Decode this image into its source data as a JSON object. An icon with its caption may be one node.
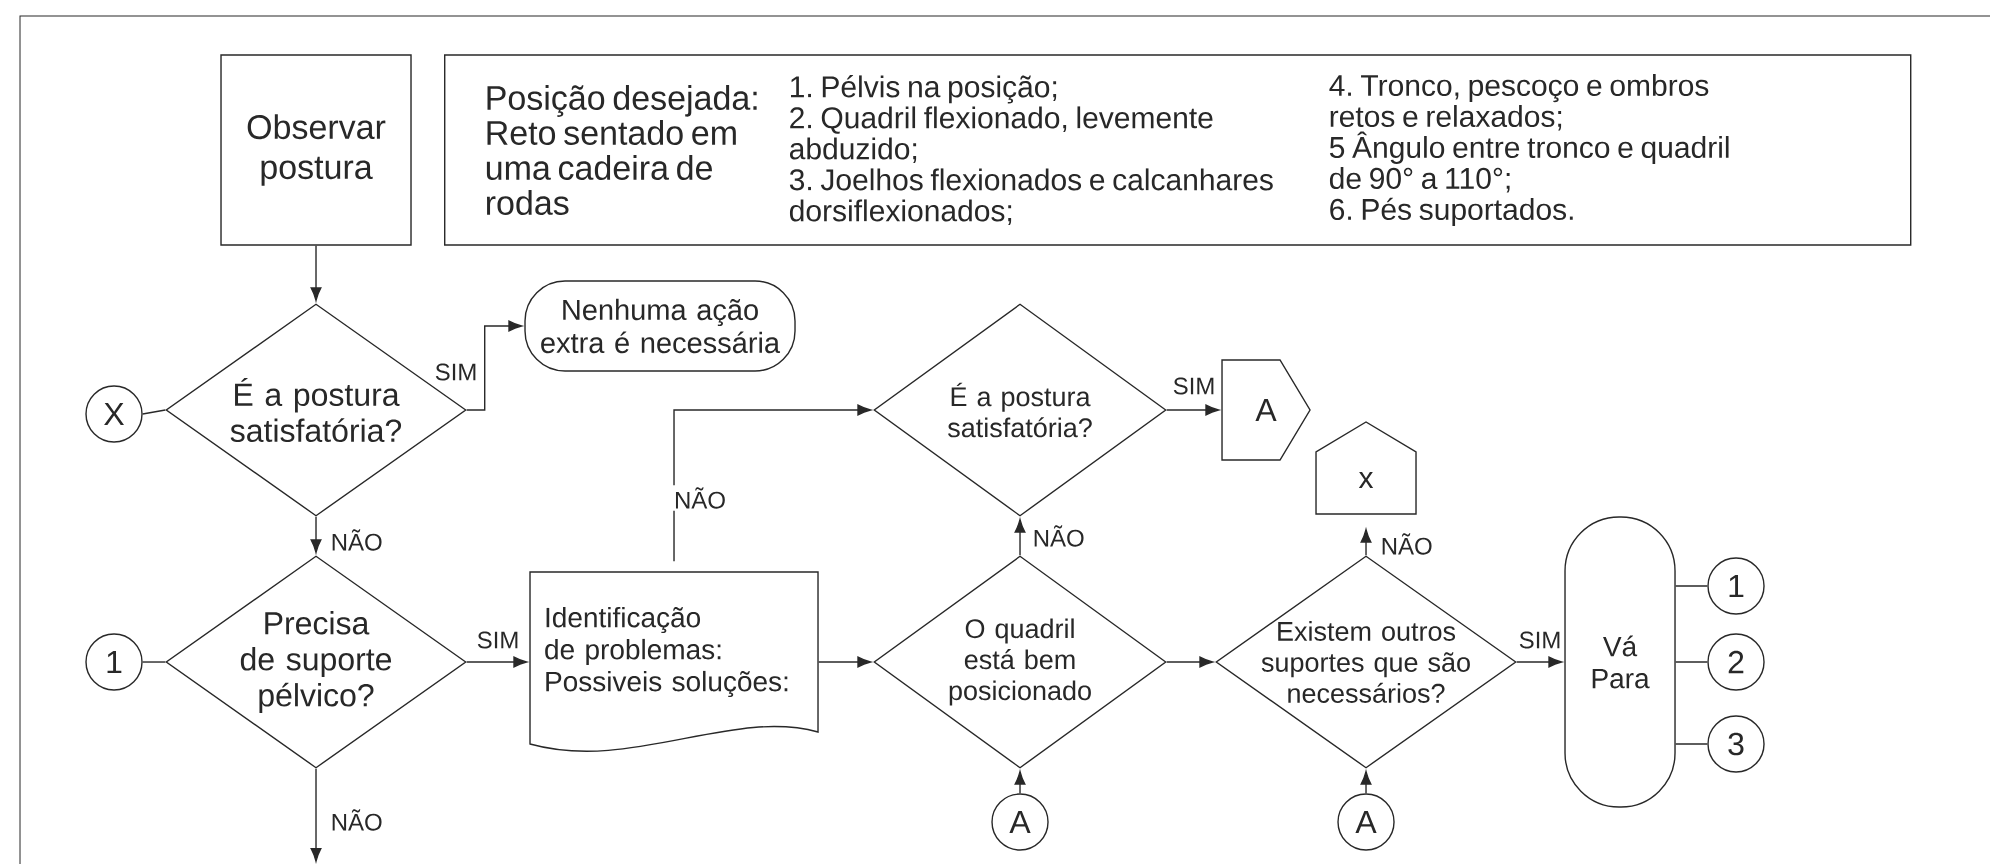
{
  "diagram": {
    "nodes": [
      {
        "text": [
          "Observar postura"
        ]
      },
      {
        "text": [
          "Posição desejada:",
          "Reto sentado em uma cadeira de rodas",
          "1. Pélvis na posição;",
          "2. Quadril flexionado, levemente abduzido;",
          "3. Joelhos flexionados e calcanhares dorsiflexionados;",
          "4. Tronco, pescoço e ombros retos e relaxados;",
          "5 Ângulo entre tronco e quadril de 90° a 110°;",
          "6. Pés suportados."
        ]
      },
      {
        "text": [
          "X"
        ]
      },
      {
        "text": [
          "É a postura satisfatória?"
        ]
      },
      {
        "text": [
          "Nenhuma ação extra é necessária"
        ]
      },
      {
        "text": [
          "1"
        ]
      },
      {
        "text": [
          "Precisa de suporte pélvico?"
        ]
      },
      {
        "text": [
          "Identificação de problemas: Possiveis soluções:"
        ]
      },
      {
        "text": [
          "É a postura satisfatória?"
        ]
      },
      {
        "text": [
          "A"
        ]
      },
      {
        "text": [
          "O quadril está bem posicionado"
        ]
      },
      {
        "text": [
          "A"
        ]
      },
      {
        "text": [
          "x"
        ]
      },
      {
        "text": [
          "Existem outros suportes que são necessários?"
        ]
      },
      {
        "text": [
          "A"
        ]
      },
      {
        "text": [
          "Vá Para"
        ]
      },
      {
        "text": [
          "1"
        ]
      },
      {
        "text": [
          "2"
        ]
      },
      {
        "text": [
          "3"
        ]
      }
    ],
    "edges": [
      {
        "from": 0,
        "to": 3,
        "arrow": "to"
      },
      {
        "from": 2,
        "to": 3,
        "arrow": "none"
      },
      {
        "from": 3,
        "to": 4,
        "arrow": "to",
        "label": "SIM"
      },
      {
        "from": 3,
        "to": 6,
        "arrow": "to",
        "label": "NÃO"
      },
      {
        "from": 5,
        "to": 6,
        "arrow": "none"
      },
      {
        "from": 6,
        "to": 7,
        "arrow": "to",
        "label": "SIM"
      },
      {
        "from": 6,
        "to": null,
        "arrow": "to",
        "label": "NÃO"
      },
      {
        "from": 7,
        "to": 8,
        "arrow": "to",
        "label": "NÃO"
      },
      {
        "from": 7,
        "to": 10,
        "arrow": "to"
      },
      {
        "from": 8,
        "to": 9,
        "arrow": "to",
        "label": "SIM"
      },
      {
        "from": 10,
        "to": 8,
        "arrow": "to",
        "label": "NÃO"
      },
      {
        "from": 11,
        "to": 10,
        "arrow": "to"
      },
      {
        "from": 10,
        "to": 13,
        "arrow": "to"
      },
      {
        "from": 13,
        "to": 12,
        "arrow": "to",
        "label": "NÃO"
      },
      {
        "from": 14,
        "to": 13,
        "arrow": "to"
      },
      {
        "from": 13,
        "to": 15,
        "arrow": "to",
        "label": "SIM"
      },
      {
        "from": 15,
        "to": 16,
        "arrow": "none"
      },
      {
        "from": 15,
        "to": 17,
        "arrow": "none"
      },
      {
        "from": 15,
        "to": 18,
        "arrow": "none"
      }
    ]
  }
}
